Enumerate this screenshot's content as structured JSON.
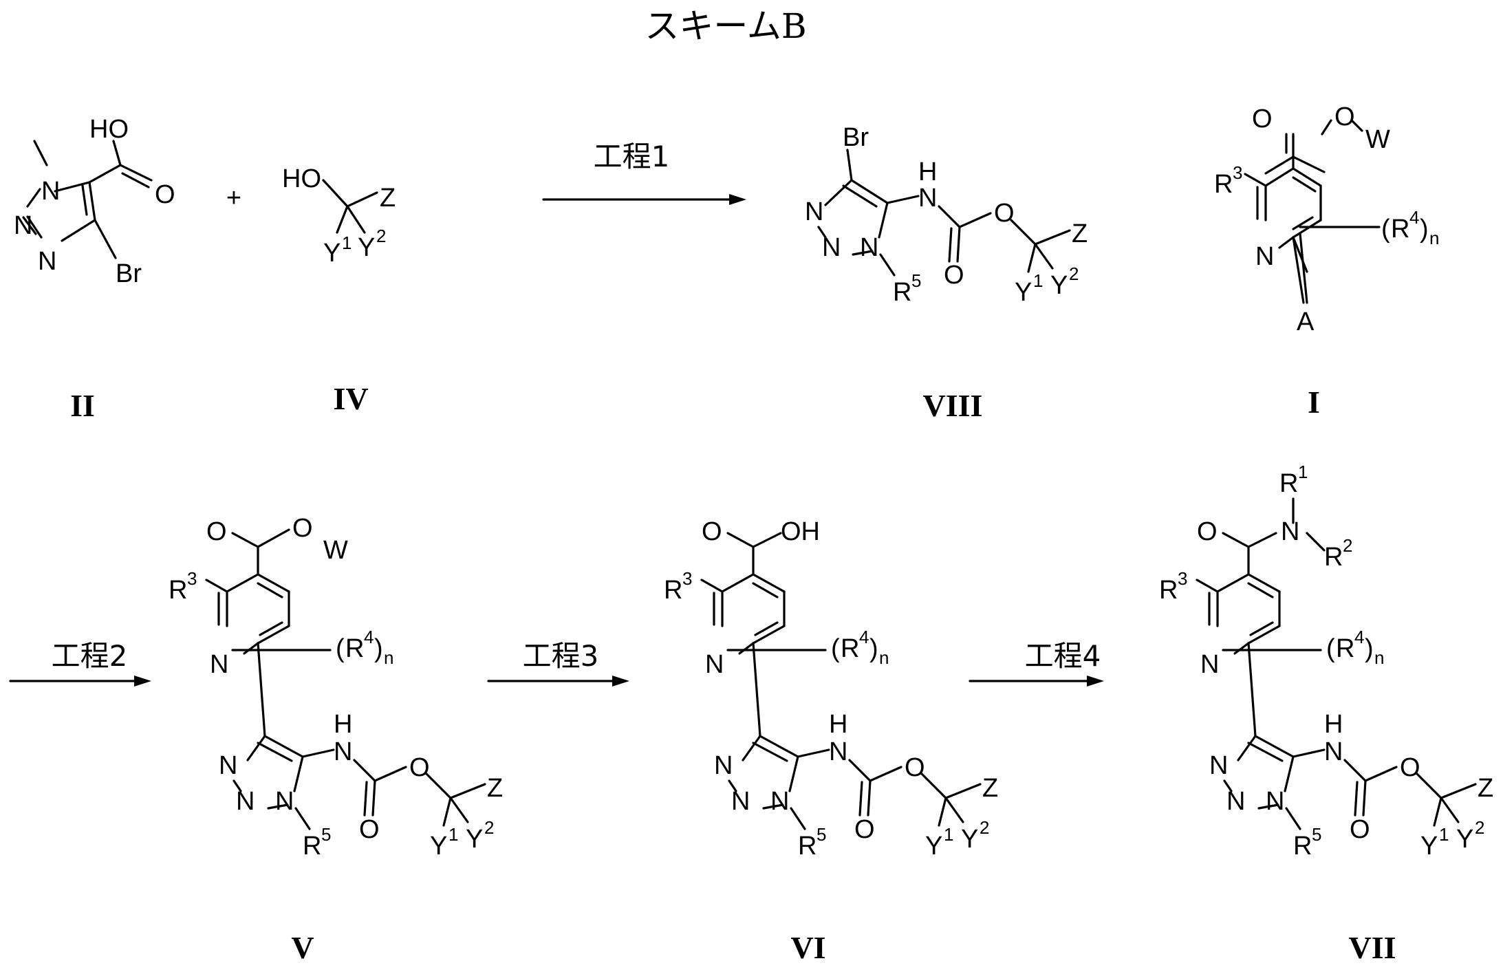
{
  "title": "スキームB",
  "steps": [
    "工程1",
    "工程2",
    "工程3",
    "工程4"
  ],
  "plus": "+",
  "compounds": {
    "II": "II",
    "IV": "IV",
    "VIII": "VIII",
    "I": "I",
    "V": "V",
    "VI": "VI",
    "VII": "VII"
  },
  "atoms": {
    "HO": "HO",
    "OH": "OH",
    "O": "O",
    "N": "N",
    "H": "H",
    "Br": "Br",
    "Z": "Z",
    "Y": "Y",
    "R": "R",
    "W": "W",
    "A": "A",
    "n": "n",
    "one": "1",
    "two": "2",
    "three": "3",
    "four": "4",
    "five": "5",
    "lp": "(",
    "rp": ")"
  }
}
